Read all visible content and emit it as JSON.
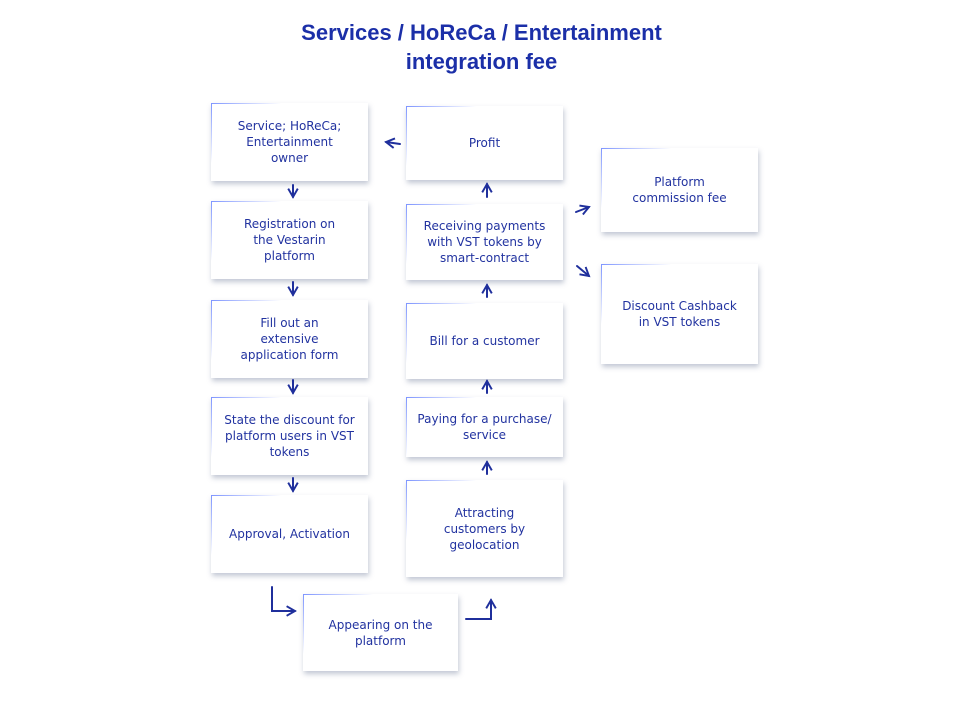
{
  "title": {
    "line1": "Services / HoReCa / Entertainment",
    "line2": "integration fee"
  },
  "boxes": {
    "owner": "Service; HoReCa;\nEntertainment\nowner",
    "registration": "Registration on\nthe Vestarin\nplatform",
    "fill_form": "Fill out an\nextensive\napplication form",
    "state_discount": "State the discount for\nplatform users in VST\ntokens",
    "approval": "Approval, Activation",
    "appearing": "Appearing on the\nplatform",
    "attracting": "Attracting\ncustomers  by\ngeolocation",
    "paying": "Paying for a purchase/\nservice",
    "bill": "Bill for a customer",
    "receiving": "Receiving payments\nwith VST tokens by\nsmart-contract",
    "profit": "Profit",
    "commission": "Platform\ncommission fee",
    "cashback": "Discount Cashback\nin  VST tokens"
  },
  "colors": {
    "title": "#1b2fa8",
    "text": "#2233a0",
    "arrow": "#1f2f9c",
    "box_accent": "#7f96ff"
  }
}
